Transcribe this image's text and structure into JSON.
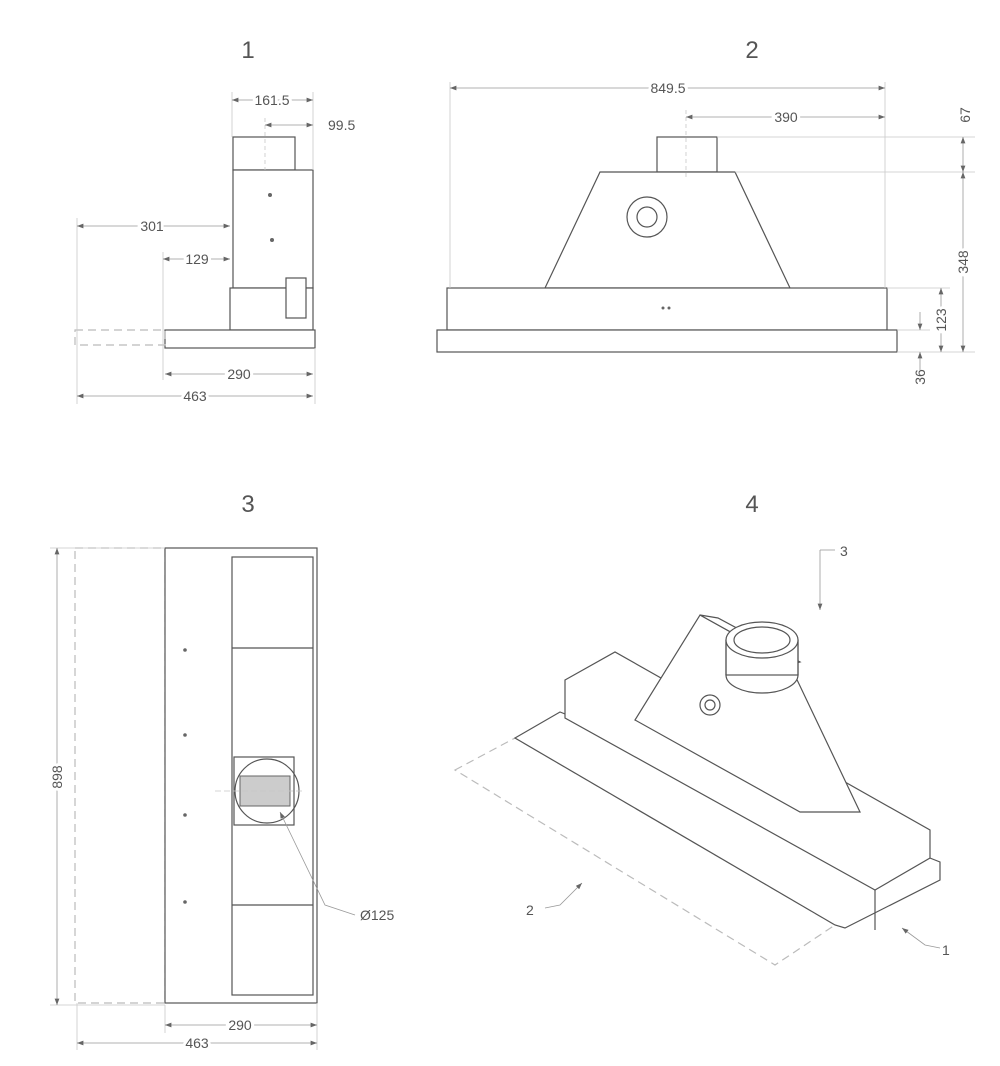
{
  "views": [
    {
      "title": "1",
      "dims": {
        "top_width": "161.5",
        "duct_offset": "99.5",
        "extended": "301",
        "offset": "129",
        "depth": "290",
        "total_depth": "463"
      }
    },
    {
      "title": "2",
      "dims": {
        "width": "849.5",
        "duct_center": "390",
        "duct_height": "67",
        "body_height": "348",
        "box_height": "123",
        "plate_height": "36"
      }
    },
    {
      "title": "3",
      "dims": {
        "length": "898",
        "depth": "290",
        "total_depth": "463",
        "duct_diameter": "Ø125"
      }
    },
    {
      "title": "4",
      "callouts": [
        "3",
        "2",
        "1"
      ]
    }
  ]
}
